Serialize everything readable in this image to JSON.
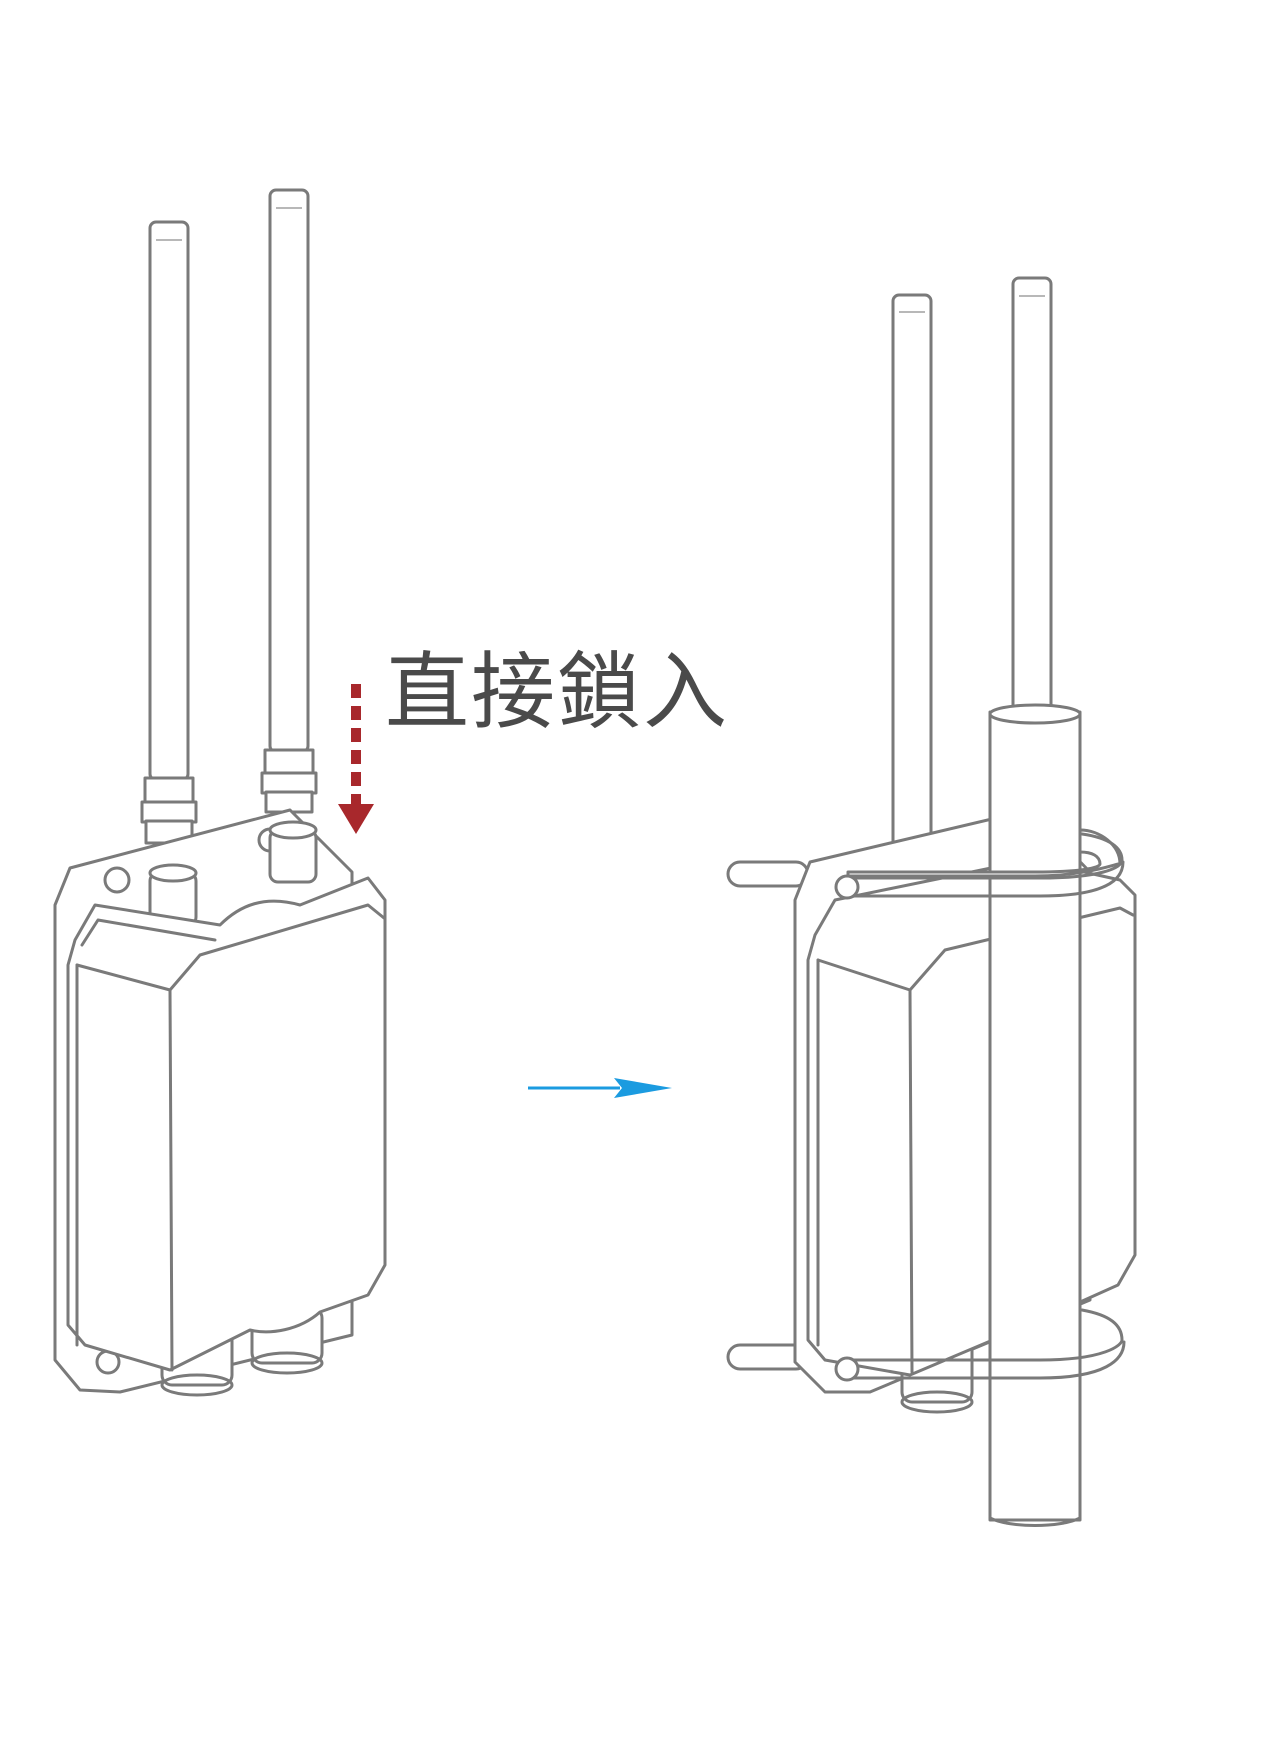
{
  "caption": "直接鎖入",
  "colors": {
    "outline": "#7a7a7a",
    "drop_arrow": "#a8282c",
    "transition_arrow": "#1b9be0",
    "caption_text": "#4a4a4a"
  },
  "icons": {
    "drop_arrow": "dashed-down-arrow",
    "transition_arrow": "right-arrow"
  }
}
